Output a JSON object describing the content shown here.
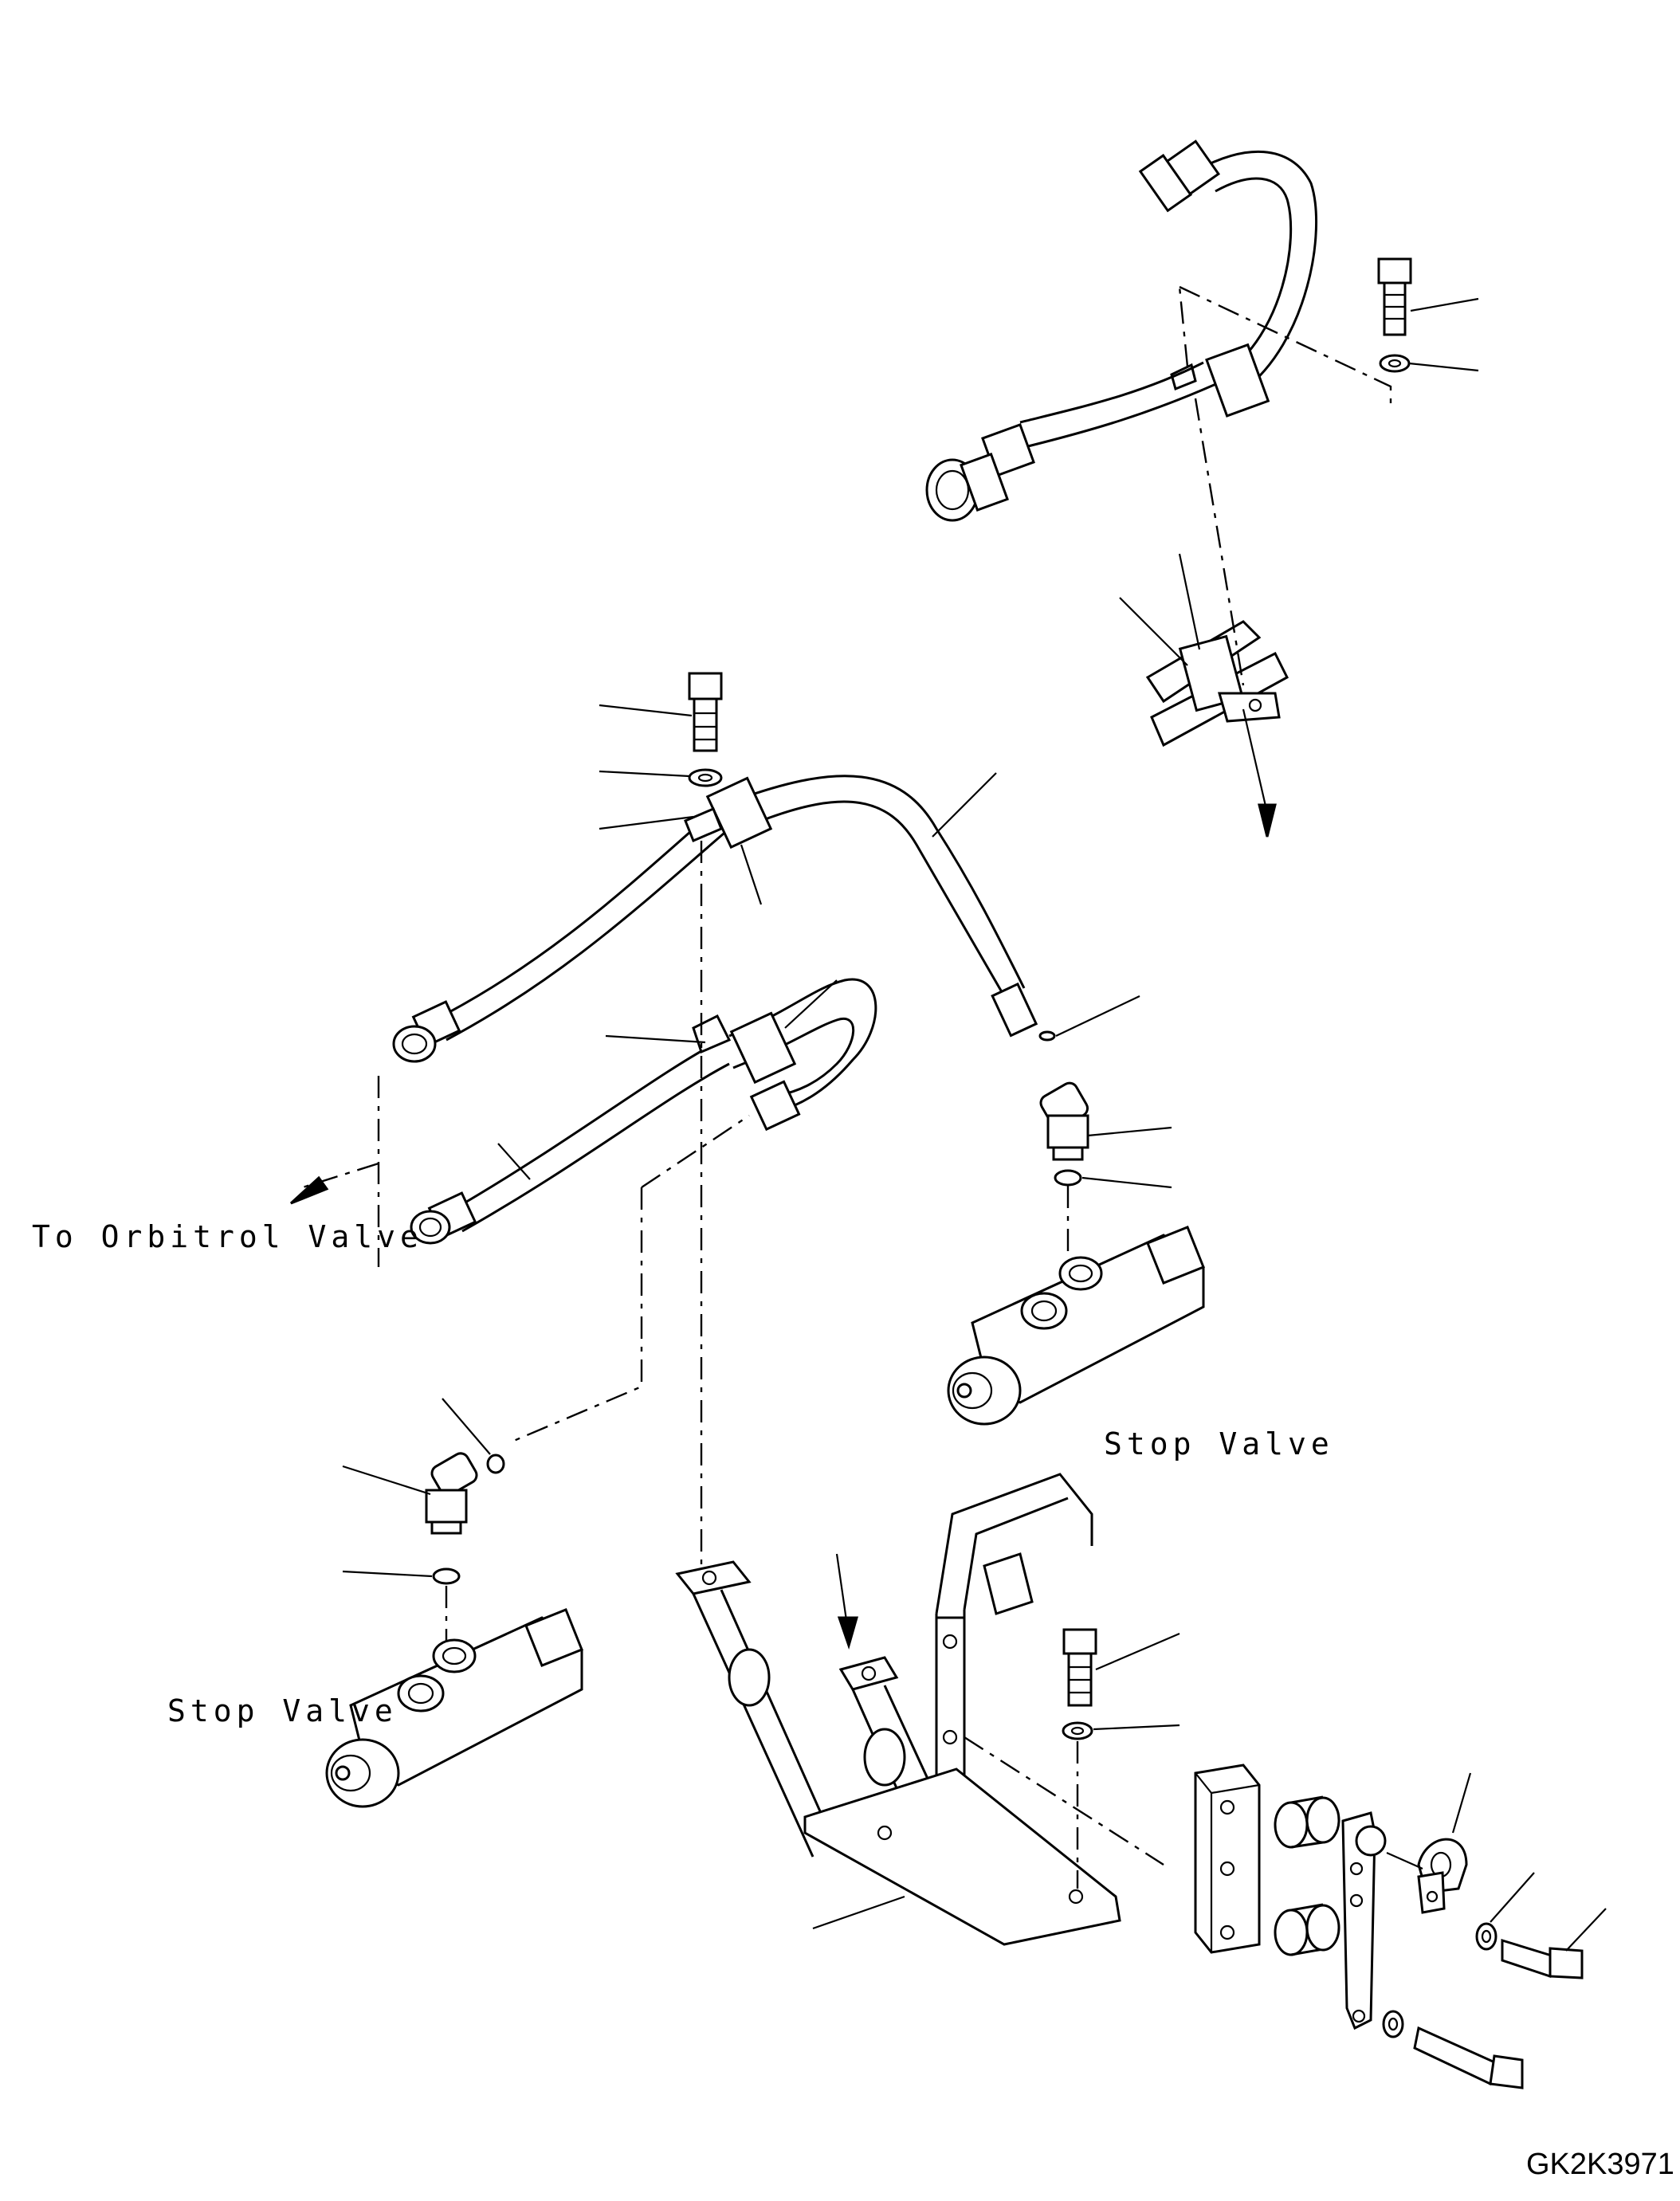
{
  "drawing": {
    "labels": {
      "orbitrol": "To Orbitrol Valve",
      "stop_valve_right": "Stop Valve",
      "stop_valve_left": "Stop Valve"
    },
    "drawing_code": "GK2K3971"
  }
}
